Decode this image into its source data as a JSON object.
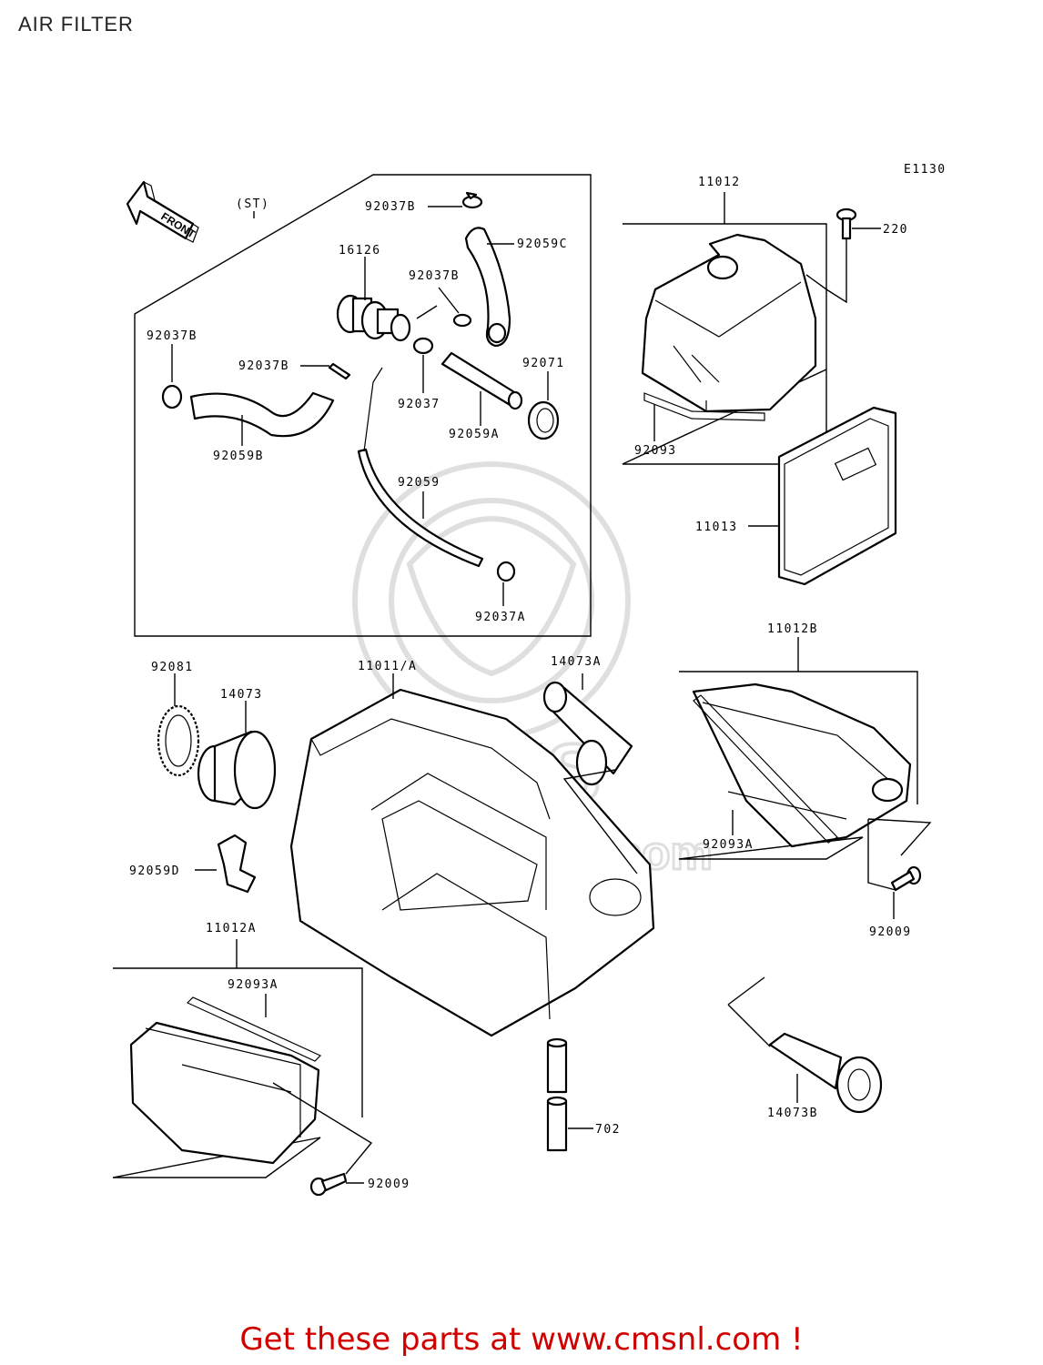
{
  "title": "AIR FILTER",
  "diagram_code": "E1130",
  "front_label": "FRONT",
  "footer": "Get these parts at www.cmsnl.com !",
  "watermark": "www.cmsnl.com",
  "labels": {
    "st": "(ST)",
    "p92037b_top": "92037B",
    "p92059c": "92059C",
    "p16126": "16126",
    "p92037b_mid": "92037B",
    "p92037b_left": "92037B",
    "p92037b_clip": "92037B",
    "p92071": "92071",
    "p92037": "92037",
    "p92059a": "92059A",
    "p92059b": "92059B",
    "p92059": "92059",
    "p92037a": "92037A",
    "p11012": "11012",
    "p220": "220",
    "p92093": "92093",
    "p11013": "11013",
    "p11012b": "11012B",
    "p92093a_right": "92093A",
    "p92009_right": "92009",
    "p92081": "92081",
    "p14073": "14073",
    "p11011": "11011/A",
    "p14073a": "14073A",
    "p92059d": "92059D",
    "p11012a": "11012A",
    "p92093a_left": "92093A",
    "p92009_left": "92009",
    "p702": "702",
    "p14073b": "14073B"
  }
}
